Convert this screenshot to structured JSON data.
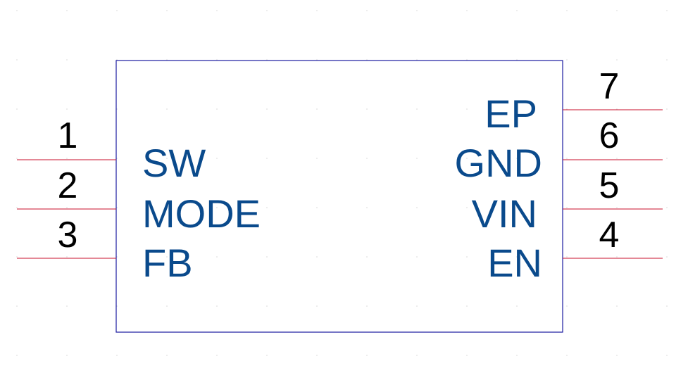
{
  "schematic": {
    "colors": {
      "pin_line": "#c8102e",
      "body_outline": "#1a1aa0",
      "pin_name": "#0a4a8c",
      "pin_number": "#000000"
    },
    "left_pins": [
      {
        "number": "1",
        "name": "SW"
      },
      {
        "number": "2",
        "name": "MODE"
      },
      {
        "number": "3",
        "name": "FB"
      }
    ],
    "right_pins": [
      {
        "number": "7",
        "name": "EP"
      },
      {
        "number": "6",
        "name": "GND"
      },
      {
        "number": "5",
        "name": "VIN"
      },
      {
        "number": "4",
        "name": "EN"
      }
    ]
  }
}
